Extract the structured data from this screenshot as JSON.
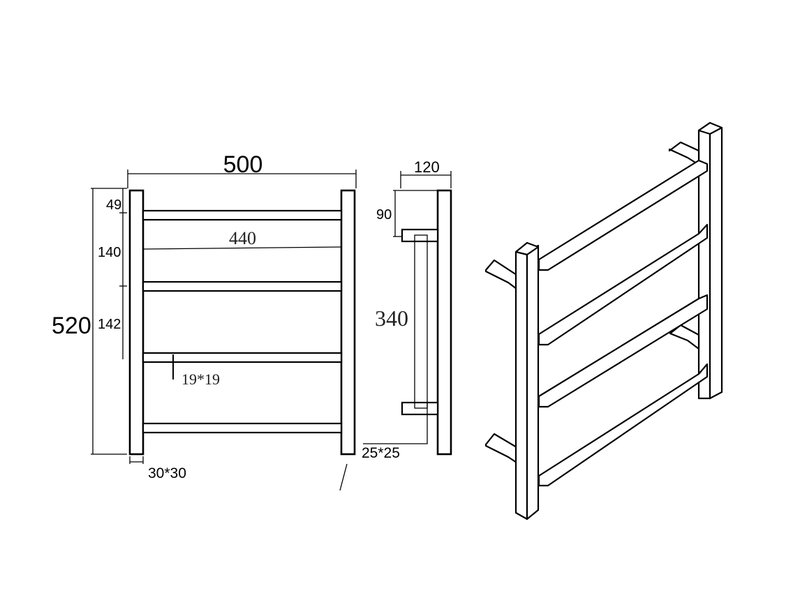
{
  "front_view": {
    "overall_width": "500",
    "overall_height": "520",
    "top_offset": "49",
    "spacing_1": "140",
    "spacing_2": "142",
    "bar_length": "440",
    "bar_section": "19*19",
    "post_section": "30*30"
  },
  "side_view": {
    "depth": "120",
    "bracket_height": "90",
    "bracket_spacing": "340",
    "bracket_section": "25*25"
  }
}
